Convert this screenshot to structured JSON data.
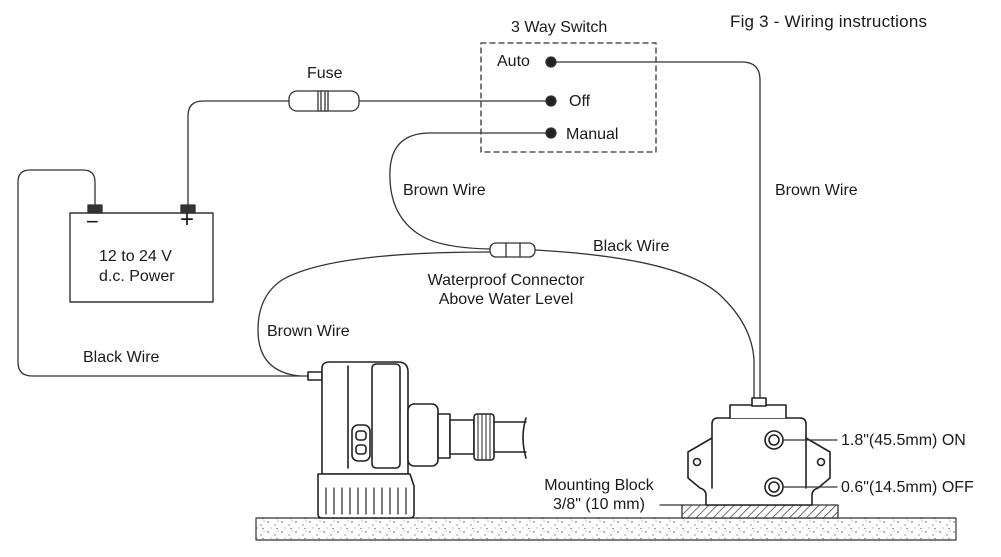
{
  "figure": {
    "caption": "Fig 3 - Wiring instructions"
  },
  "switch": {
    "title": "3 Way Switch",
    "positions": [
      "Auto",
      "Off",
      "Manual"
    ]
  },
  "fuse": {
    "label": "Fuse"
  },
  "battery": {
    "negative_symbol": "−",
    "positive_symbol": "+",
    "line1": "12 to 24 V",
    "line2": "d.c. Power"
  },
  "connector": {
    "line1": "Waterproof Connector",
    "line2": "Above Water Level"
  },
  "wires": {
    "brown_to_manual": "Brown Wire",
    "brown_to_auto": "Brown Wire",
    "black_to_sensor": "Black Wire",
    "brown_to_pump": "Brown Wire",
    "black_to_battery": "Black Wire"
  },
  "mounting_block": {
    "line1": "Mounting Block",
    "line2": "3/8\" (10 mm)"
  },
  "float_switch": {
    "on_level": "1.8\"(45.5mm) ON",
    "off_level": "0.6\"(14.5mm) OFF"
  }
}
